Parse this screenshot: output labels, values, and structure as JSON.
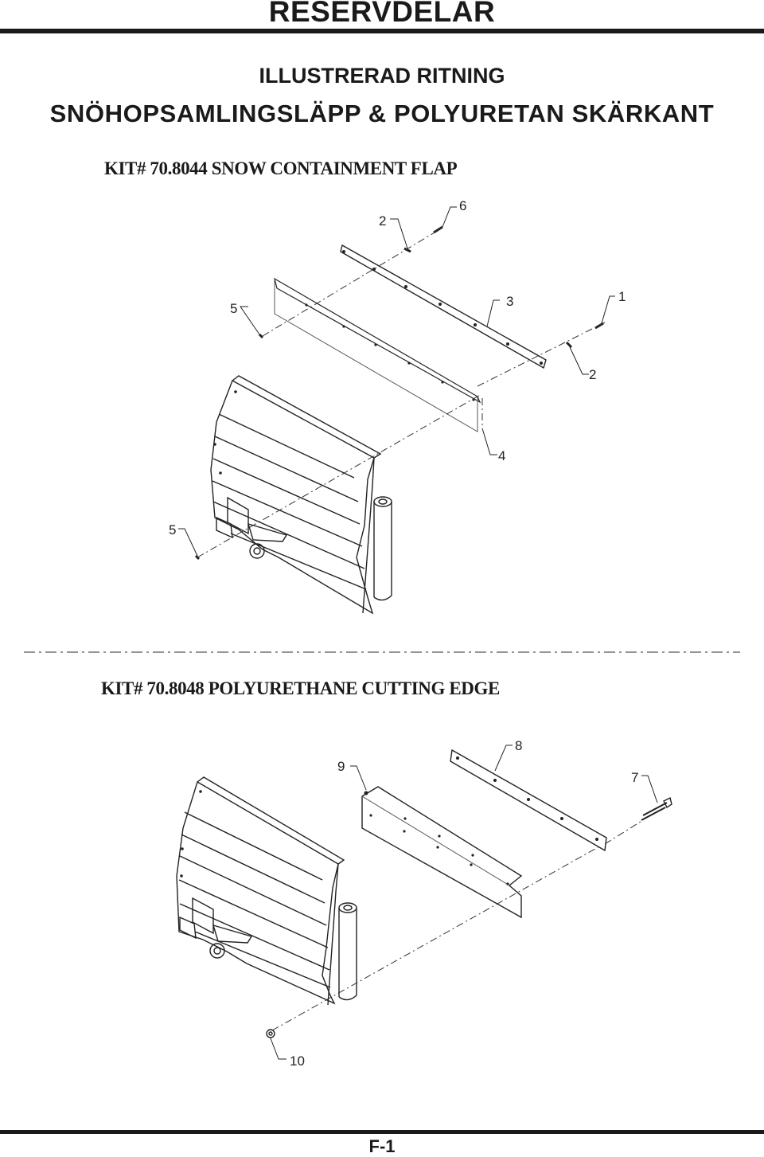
{
  "header": {
    "title": "RESERVDELAR",
    "subtitle_1": "ILLUSTRERAD RITNING",
    "subtitle_2": "SNÖHOPSAMLINGSLÄPP & POLYURETAN SKÄRKANT"
  },
  "kit_1": {
    "title": "KIT# 70.8044 SNOW CONTAINMENT FLAP",
    "callouts": [
      "2",
      "6",
      "5",
      "3",
      "1",
      "2",
      "4",
      "5"
    ]
  },
  "kit_2": {
    "title": "KIT# 70.8048 POLYURETHANE CUTTING EDGE",
    "callouts": [
      "8",
      "9",
      "7",
      "10"
    ]
  },
  "footer": {
    "page_number": "F-1"
  }
}
